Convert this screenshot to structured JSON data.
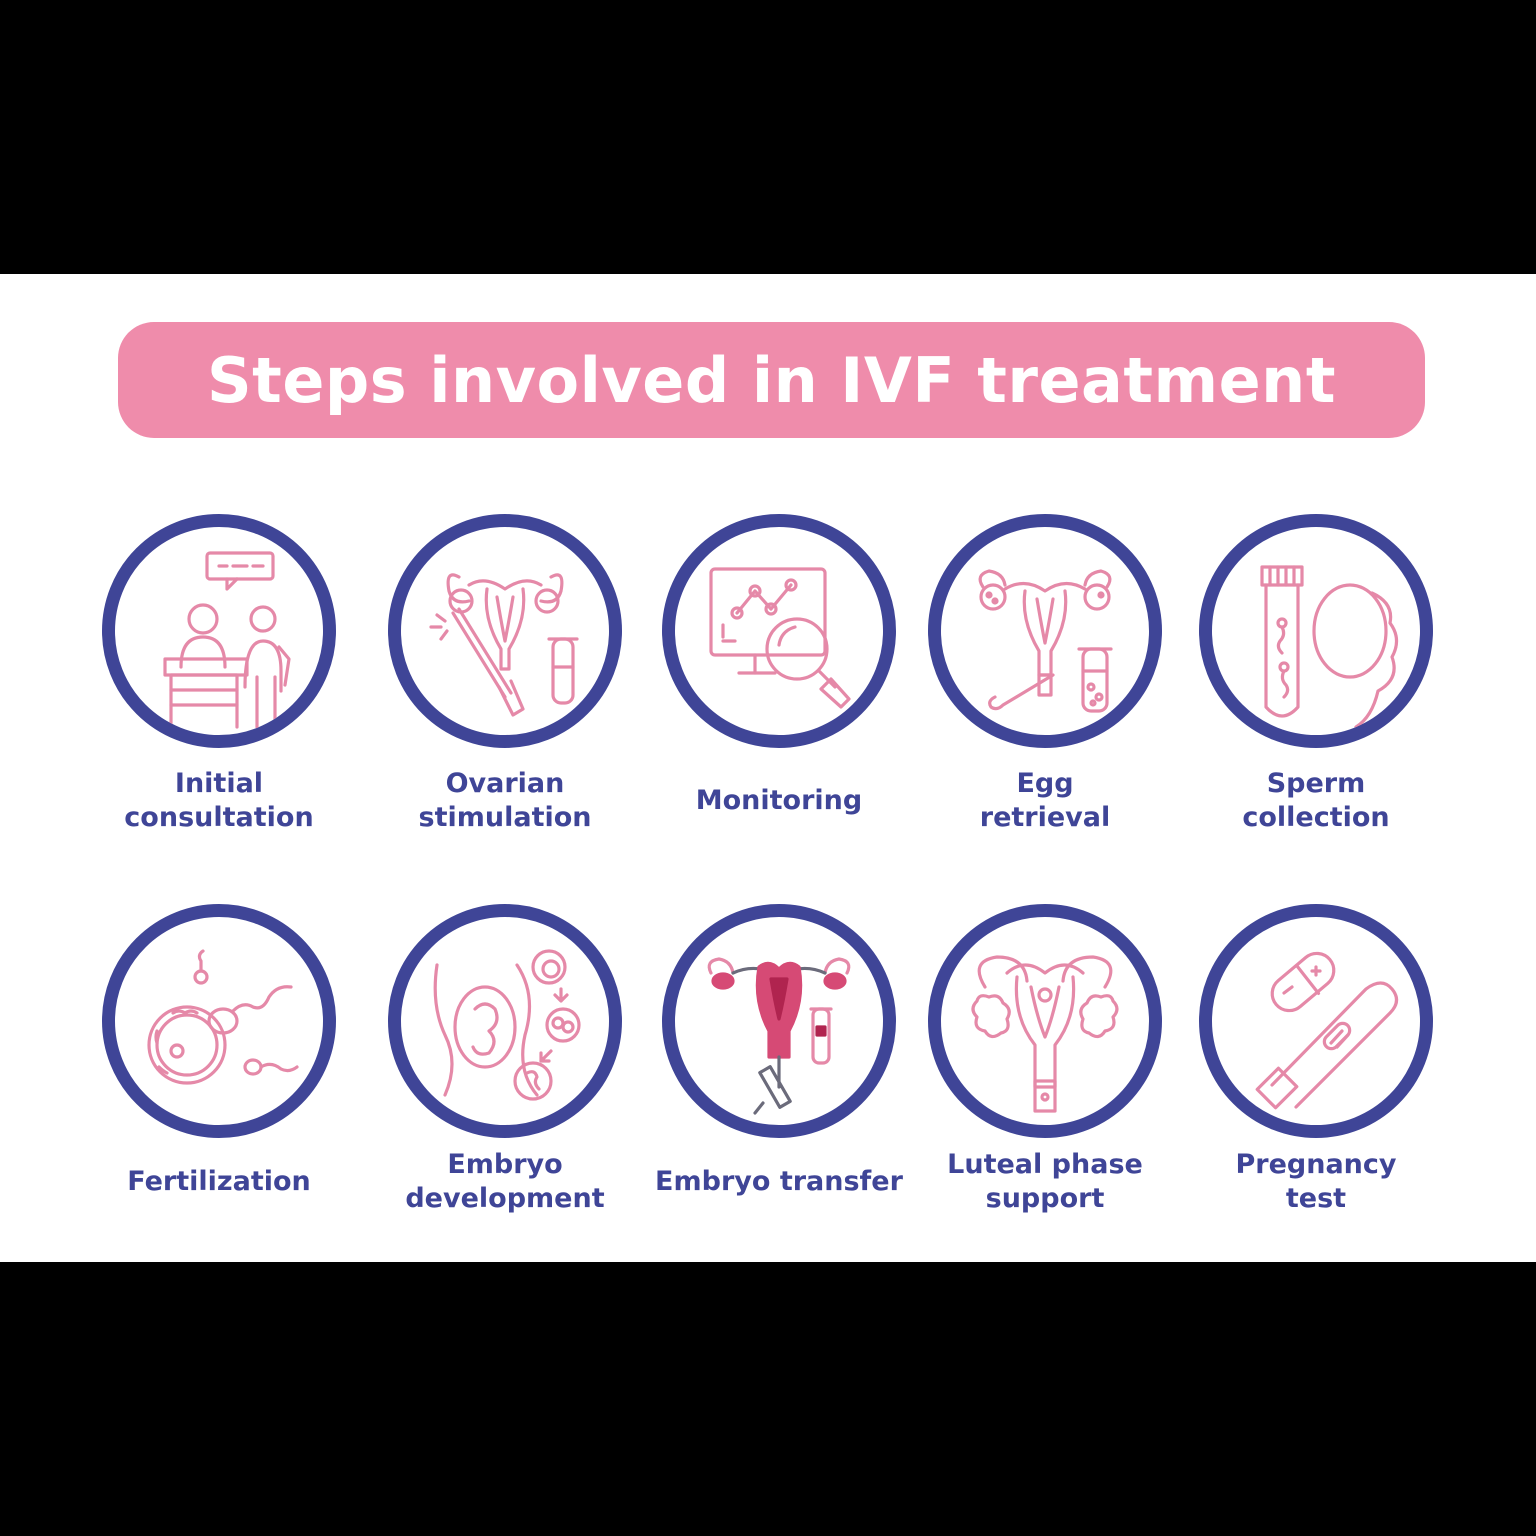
{
  "title": "Steps involved in IVF treatment",
  "colors": {
    "background": "#000000",
    "panel": "#ffffff",
    "title_bar": "#ef8cab",
    "ring": "#3f4597",
    "icon": "#e589a8",
    "label": "#3f4597"
  },
  "steps": [
    {
      "lines": [
        "Initial",
        "consultation"
      ],
      "icon": "consultation-icon"
    },
    {
      "lines": [
        "Ovarian",
        "stimulation"
      ],
      "icon": "ovarian-stimulation-icon"
    },
    {
      "lines": [
        "Monitoring"
      ],
      "icon": "monitoring-icon"
    },
    {
      "lines": [
        "Egg",
        "retrieval"
      ],
      "icon": "egg-retrieval-icon"
    },
    {
      "lines": [
        "Sperm",
        "collection"
      ],
      "icon": "sperm-collection-icon"
    },
    {
      "lines": [
        "Fertilization"
      ],
      "icon": "fertilization-icon"
    },
    {
      "lines": [
        "Embryo",
        "development"
      ],
      "icon": "embryo-development-icon"
    },
    {
      "lines": [
        "Embryo transfer"
      ],
      "icon": "embryo-transfer-icon"
    },
    {
      "lines": [
        "Luteal phase",
        "support"
      ],
      "icon": "luteal-phase-icon"
    },
    {
      "lines": [
        "Pregnancy",
        "test"
      ],
      "icon": "pregnancy-test-icon"
    }
  ]
}
